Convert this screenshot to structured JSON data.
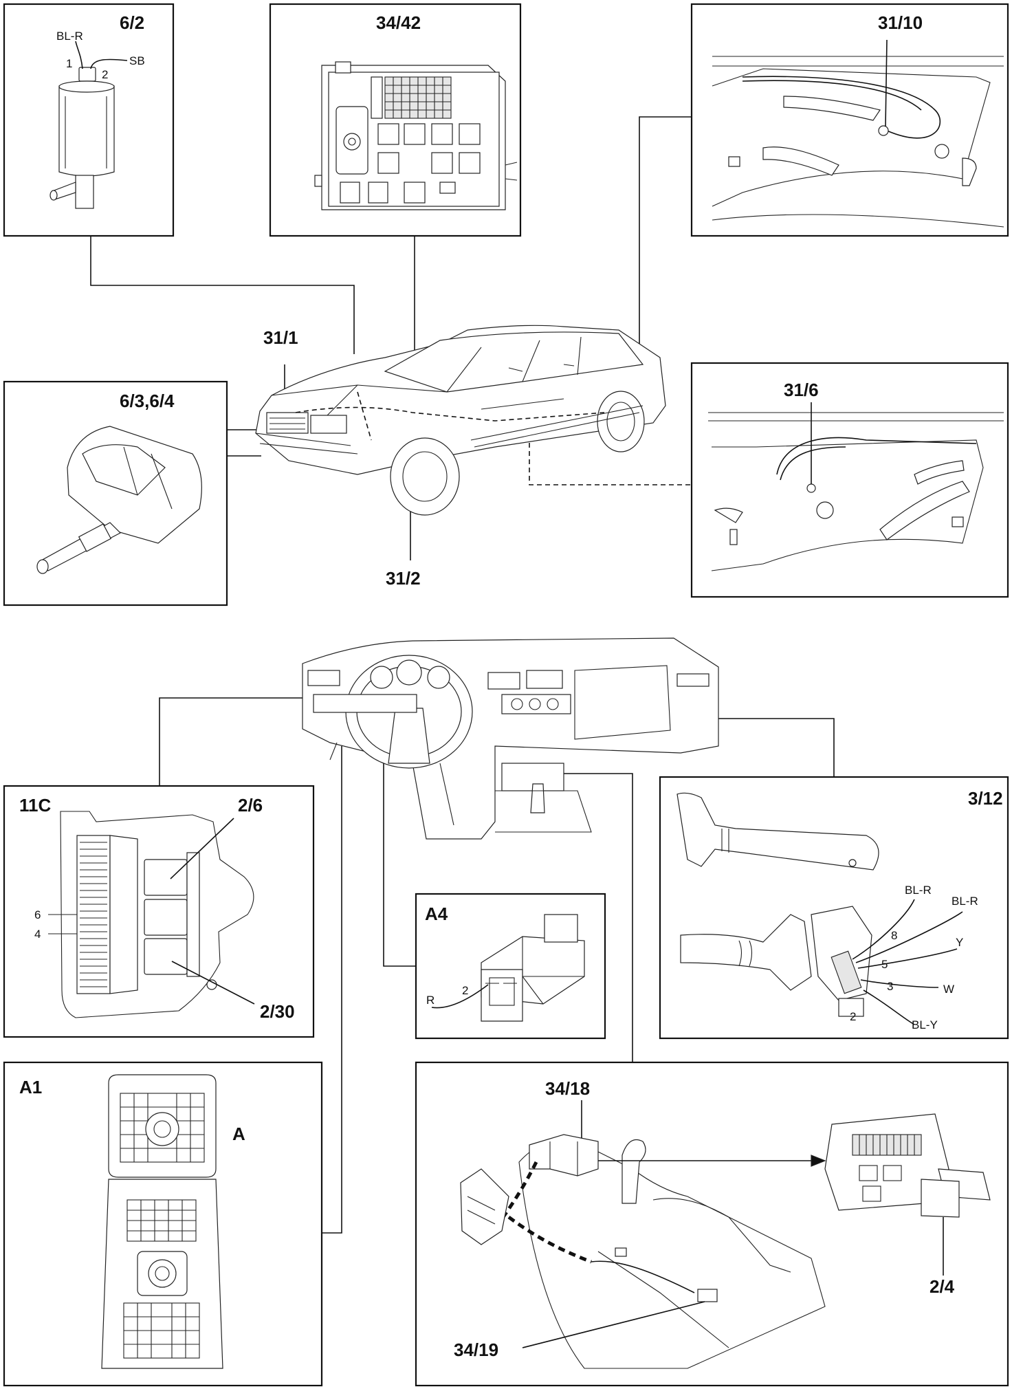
{
  "labels": {
    "p62": "6/2",
    "p3442": "34/42",
    "p3110": "31/10",
    "p311": "31/1",
    "p634": "6/3,6/4",
    "p316": "31/6",
    "p312": "31/2",
    "p11c": "11C",
    "p26": "2/6",
    "p230": "2/30",
    "pA4": "A4",
    "p312b": "3/12",
    "pA1": "A1",
    "pA": "A",
    "p3418": "34/18",
    "p24": "2/4",
    "p3419": "34/19"
  },
  "wires": {
    "blr": "BL-R",
    "sb": "SB",
    "n1": "1",
    "n2": "2",
    "n6": "6",
    "n4": "4",
    "r": "R",
    "a4_2": "2",
    "w312_blr1": "BL-R",
    "w312_blr2": "BL-R",
    "w312_y": "Y",
    "w312_w": "W",
    "w312_bly": "BL-Y",
    "w312_8": "8",
    "w312_5": "5",
    "w312_3": "3",
    "w312_2": "2"
  }
}
